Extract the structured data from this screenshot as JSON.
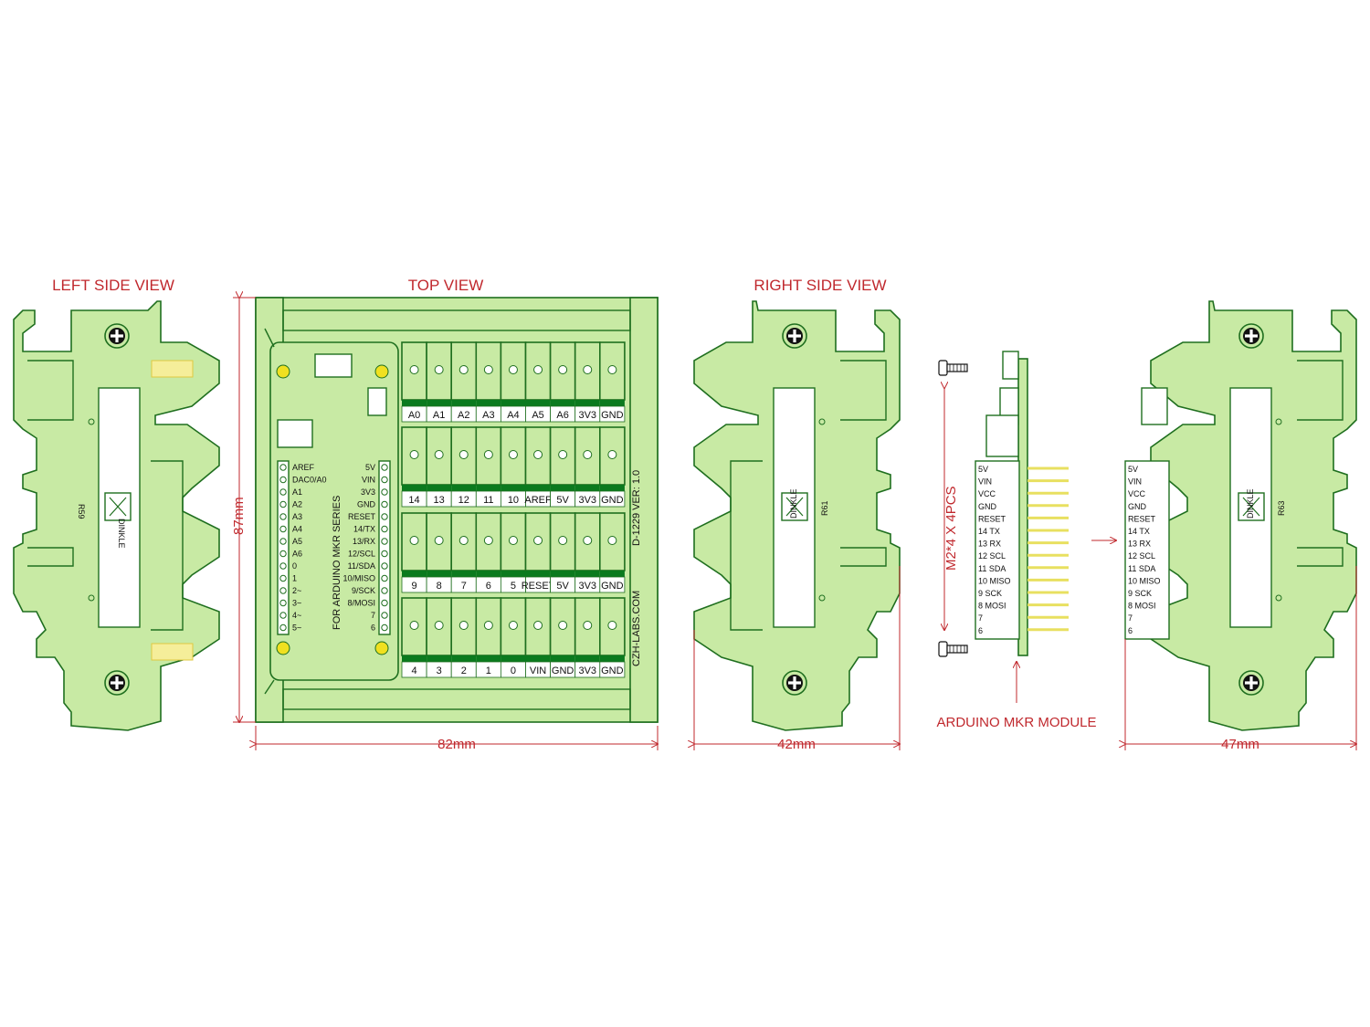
{
  "titles": {
    "left_side": "LEFT SIDE VIEW",
    "top": "TOP VIEW",
    "right_side": "RIGHT SIDE VIEW",
    "module": "ARDUINO MKR MODULE"
  },
  "dimensions": {
    "top_width": "82mm",
    "top_height": "87mm",
    "right_width": "42mm",
    "module_width": "47mm",
    "screws": "M2*4  X 4PCS"
  },
  "board": {
    "series_label": "FOR ARDUINO MKR SERIES",
    "part_label": "D-1229 VER: 1.0",
    "site_label": "CZH-LABS.COM",
    "left_header_pins": [
      "AREF",
      "DAC0/A0",
      "A1",
      "A2",
      "A3",
      "A4",
      "A5",
      "A6",
      "0",
      "1",
      "2~",
      "3~",
      "4~",
      "5~"
    ],
    "right_header_pins": [
      "5V",
      "VIN",
      "3V3",
      "GND",
      "RESET",
      "14/TX",
      "13/RX",
      "12/SCL",
      "11/SDA",
      "10/MISO",
      "9/SCK",
      "8/MOSI",
      "7",
      "6"
    ],
    "terminal_rows": [
      [
        "A0",
        "A1",
        "A2",
        "A3",
        "A4",
        "A5",
        "A6",
        "3V3",
        "GND"
      ],
      [
        "14",
        "13",
        "12",
        "11",
        "10",
        "AREF",
        "5V",
        "3V3",
        "GND"
      ],
      [
        "9",
        "8",
        "7",
        "6",
        "5",
        "RESET",
        "5V",
        "3V3",
        "GND"
      ],
      [
        "4",
        "3",
        "2",
        "1",
        "0",
        "VIN",
        "GND",
        "3V3",
        "GND"
      ]
    ]
  },
  "side_labels": {
    "left_part": "R59",
    "right_part": "R61",
    "module_part": "R63",
    "brand": "DINKLE"
  },
  "module_pins": [
    "5V",
    "VIN",
    "VCC",
    "GND",
    "RESET",
    "14   TX",
    "13   RX",
    "12  SCL",
    "11  SDA",
    "10  MISO",
    "9   SCK",
    "8   MOSI",
    "7",
    "6"
  ],
  "colors": {
    "board": "#c8eaa4",
    "outline": "#1f6f1f",
    "dimension": "#c0282d",
    "terminal_bar": "#0b7a1e",
    "mount_hole": "#f0e020"
  }
}
